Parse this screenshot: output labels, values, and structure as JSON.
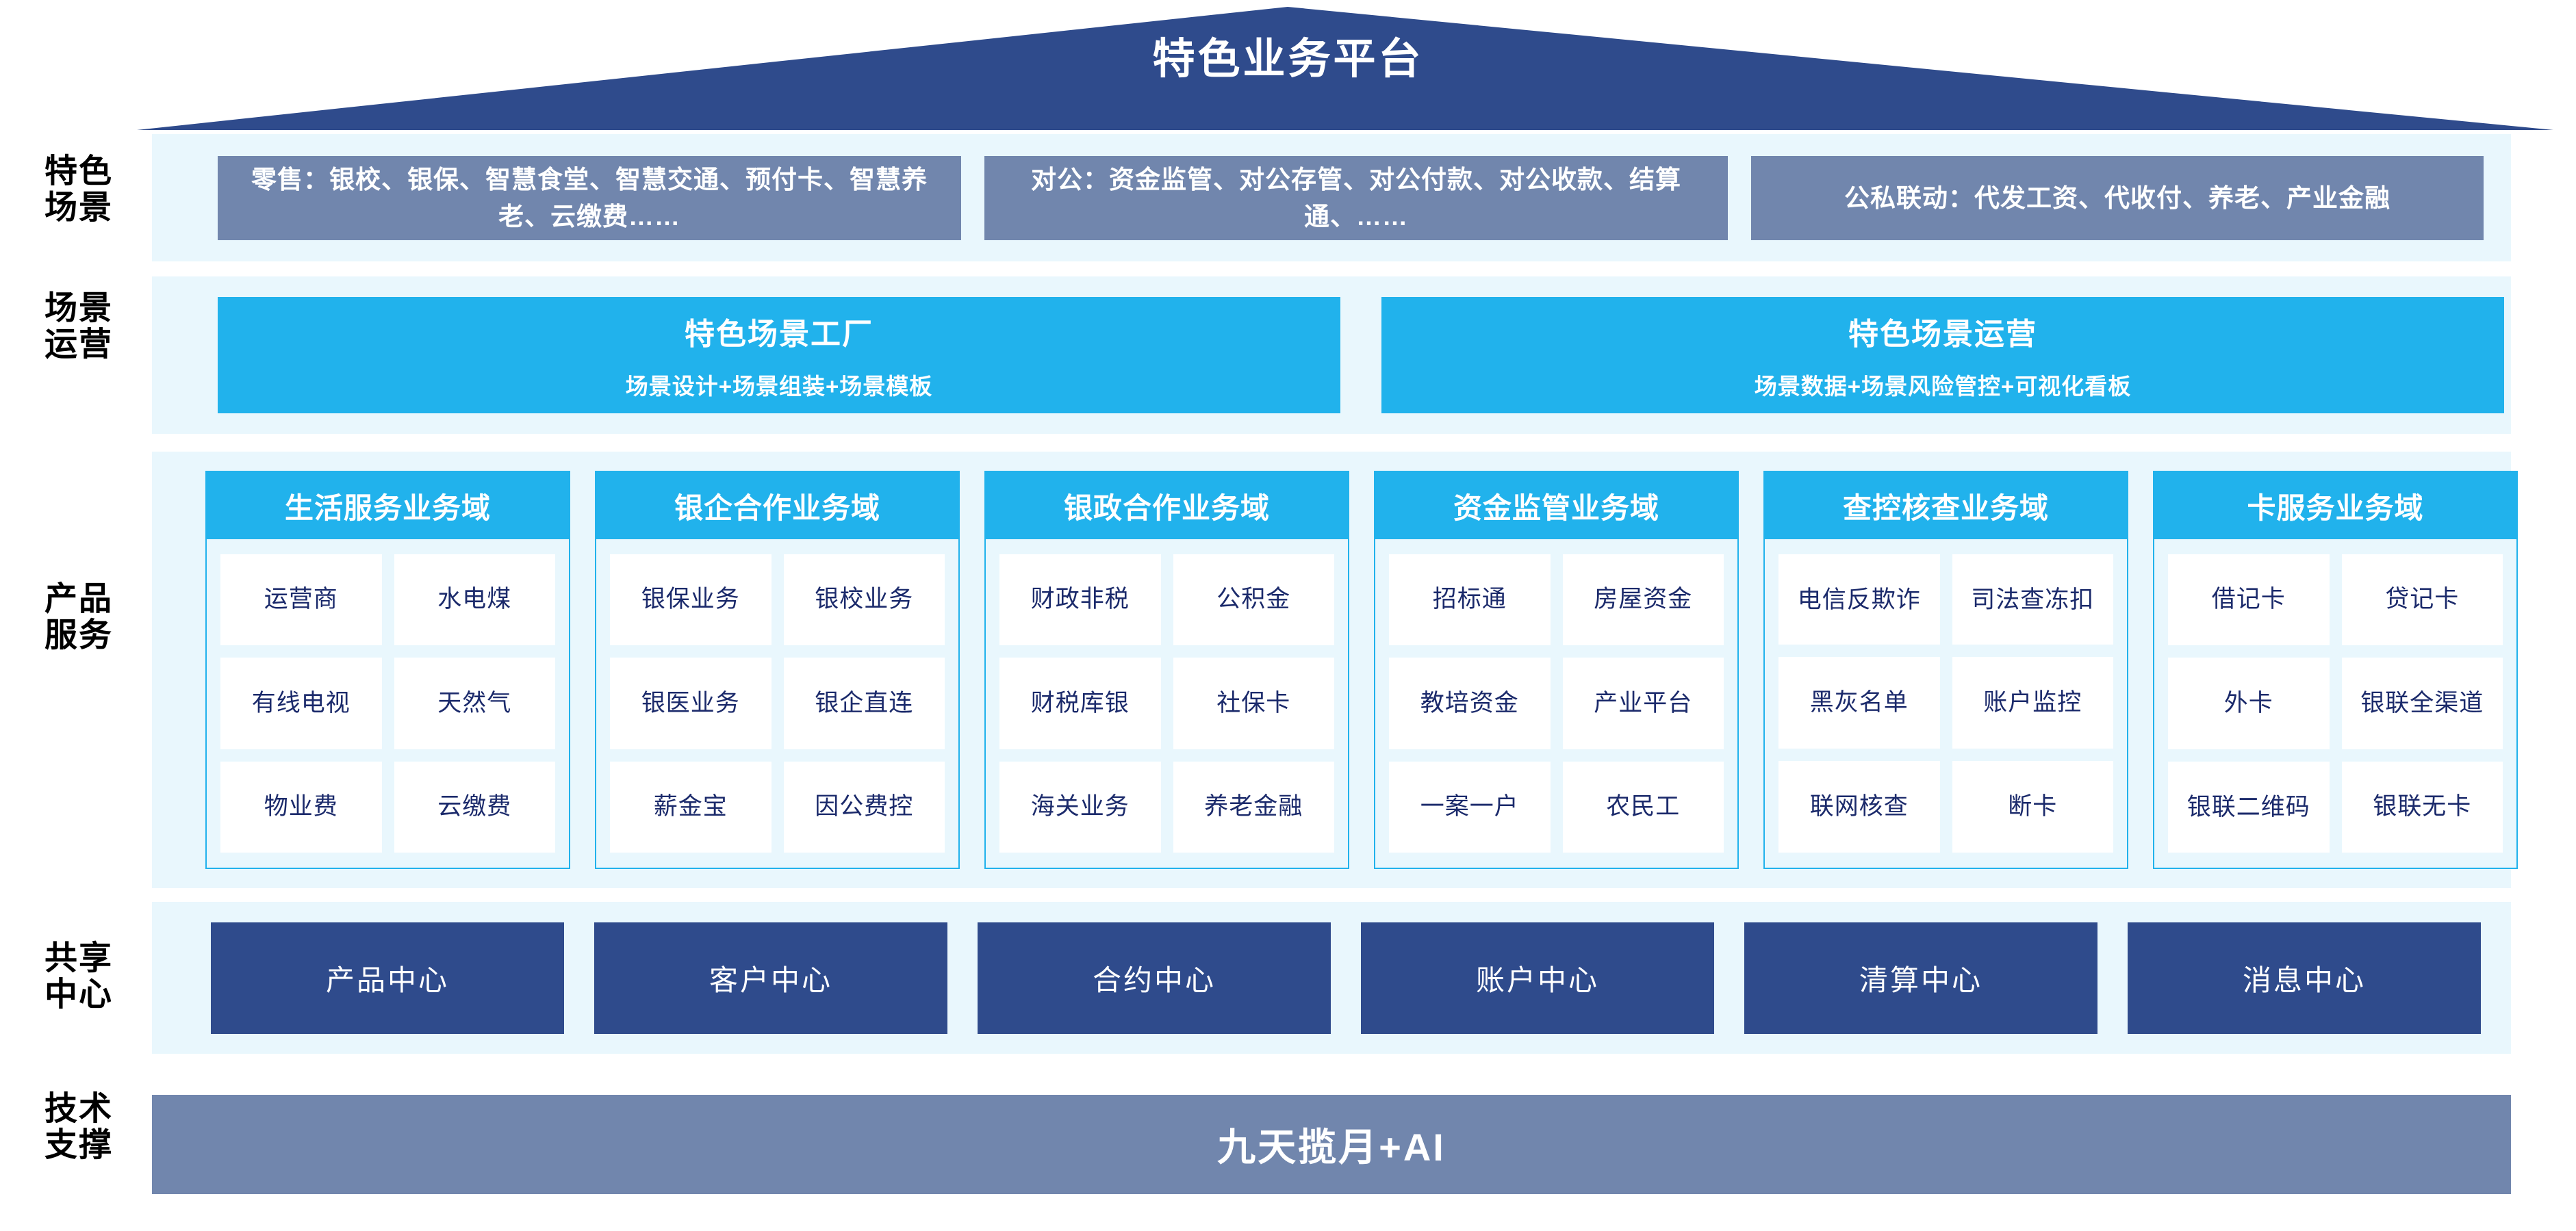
{
  "header": {
    "title": "特色业务平台"
  },
  "rail": {
    "labels": [
      {
        "id": "scene",
        "line1": "特色",
        "line2": "场景"
      },
      {
        "id": "ops",
        "line1": "场景",
        "line2": "运营"
      },
      {
        "id": "product",
        "line1": "产品",
        "line2": "服务"
      },
      {
        "id": "center",
        "line1": "共享",
        "line2": "中心"
      },
      {
        "id": "tech",
        "line1": "技术",
        "line2": "支撑"
      }
    ]
  },
  "scenarios": {
    "items": [
      {
        "text": "零售：银校、银保、智慧食堂、智慧交通、预付卡、智慧养老、云缴费……"
      },
      {
        "text": "对公：资金监管、对公存管、对公付款、对公收款、结算通、……"
      },
      {
        "text": "公私联动：代发工资、代收付、养老、产业金融"
      }
    ]
  },
  "operations": {
    "items": [
      {
        "title": "特色场景工厂",
        "subtitle": "场景设计+场景组装+场景模板"
      },
      {
        "title": "特色场景运营",
        "subtitle": "场景数据+场景风险管控+可视化看板"
      }
    ]
  },
  "domains": [
    {
      "title": "生活服务业务域",
      "items": [
        "运营商",
        "水电煤",
        "有线电视",
        "天然气",
        "物业费",
        "云缴费"
      ]
    },
    {
      "title": "银企合作业务域",
      "items": [
        "银保业务",
        "银校业务",
        "银医业务",
        "银企直连",
        "薪金宝",
        "因公费控"
      ]
    },
    {
      "title": "银政合作业务域",
      "items": [
        "财政非税",
        "公积金",
        "财税库银",
        "社保卡",
        "海关业务",
        "养老金融"
      ]
    },
    {
      "title": "资金监管业务域",
      "items": [
        "招标通",
        "房屋资金",
        "教培资金",
        "产业平台",
        "一案一户",
        "农民工"
      ]
    },
    {
      "title": "查控核查业务域",
      "items": [
        "电信\n反欺诈",
        "司法\n查冻扣",
        "黑灰名单",
        "账户监控",
        "联网核查",
        "断卡"
      ]
    },
    {
      "title": "卡服务业务域",
      "items": [
        "借记卡",
        "贷记卡",
        "外卡",
        "银联\n全渠道",
        "银联\n二维码",
        "银联无卡"
      ]
    }
  ],
  "shared_centers": {
    "items": [
      "产品中心",
      "客户中心",
      "合约中心",
      "账户中心",
      "清算中心",
      "消息中心"
    ]
  },
  "tech_support": {
    "label": "九天揽月+AI"
  },
  "colors": {
    "roof": "#2f4b8c",
    "band": "#e9f7fd",
    "scenario_box": "#7186ad",
    "cyan": "#21b2ec",
    "center_box": "#2f4b8c",
    "tech_bar": "#7186ad",
    "item_text": "#1b2a6b"
  }
}
